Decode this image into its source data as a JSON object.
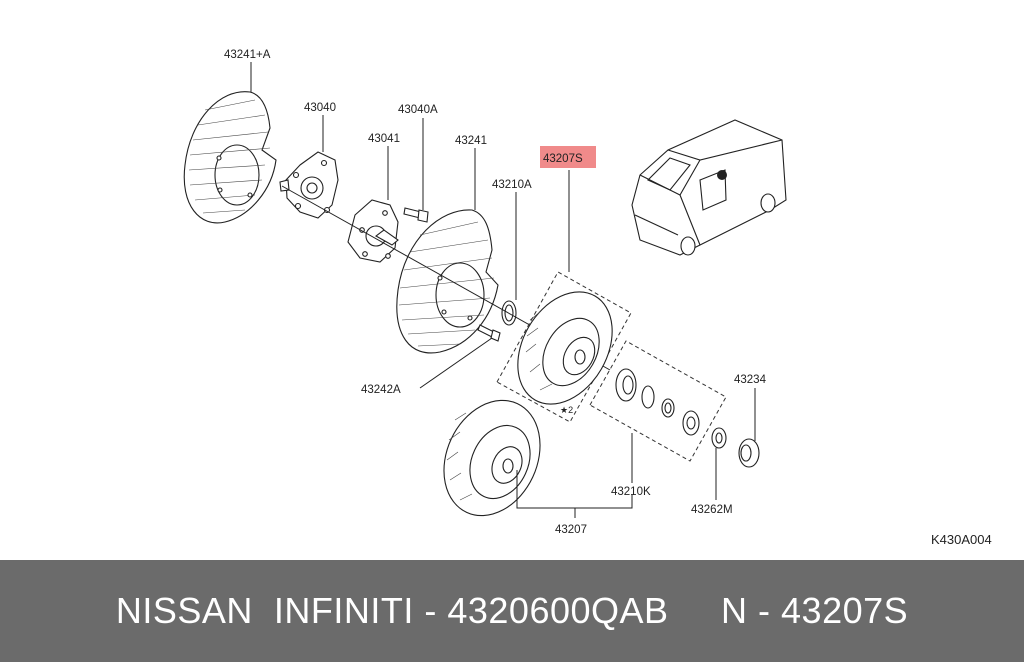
{
  "diagram": {
    "figure_code": "K430A004",
    "part_labels": {
      "p43241A": "43241+A",
      "p43040": "43040",
      "p43040A": "43040A",
      "p43041": "43041",
      "p43241": "43241",
      "p43207S": "43207S",
      "p43210A": "43210A",
      "p43242A": "43242A",
      "p43234": "43234",
      "p43210K": "43210K",
      "p43262M": "43262M",
      "p43207": "43207"
    },
    "highlighted_part": "43207S",
    "highlight_color": "#f08a8a",
    "hub_mark": "★2"
  },
  "footer": {
    "text": "NISSAN  INFINITI - 4320600QAB     N - 43207S",
    "background": "#6b6b6b"
  }
}
